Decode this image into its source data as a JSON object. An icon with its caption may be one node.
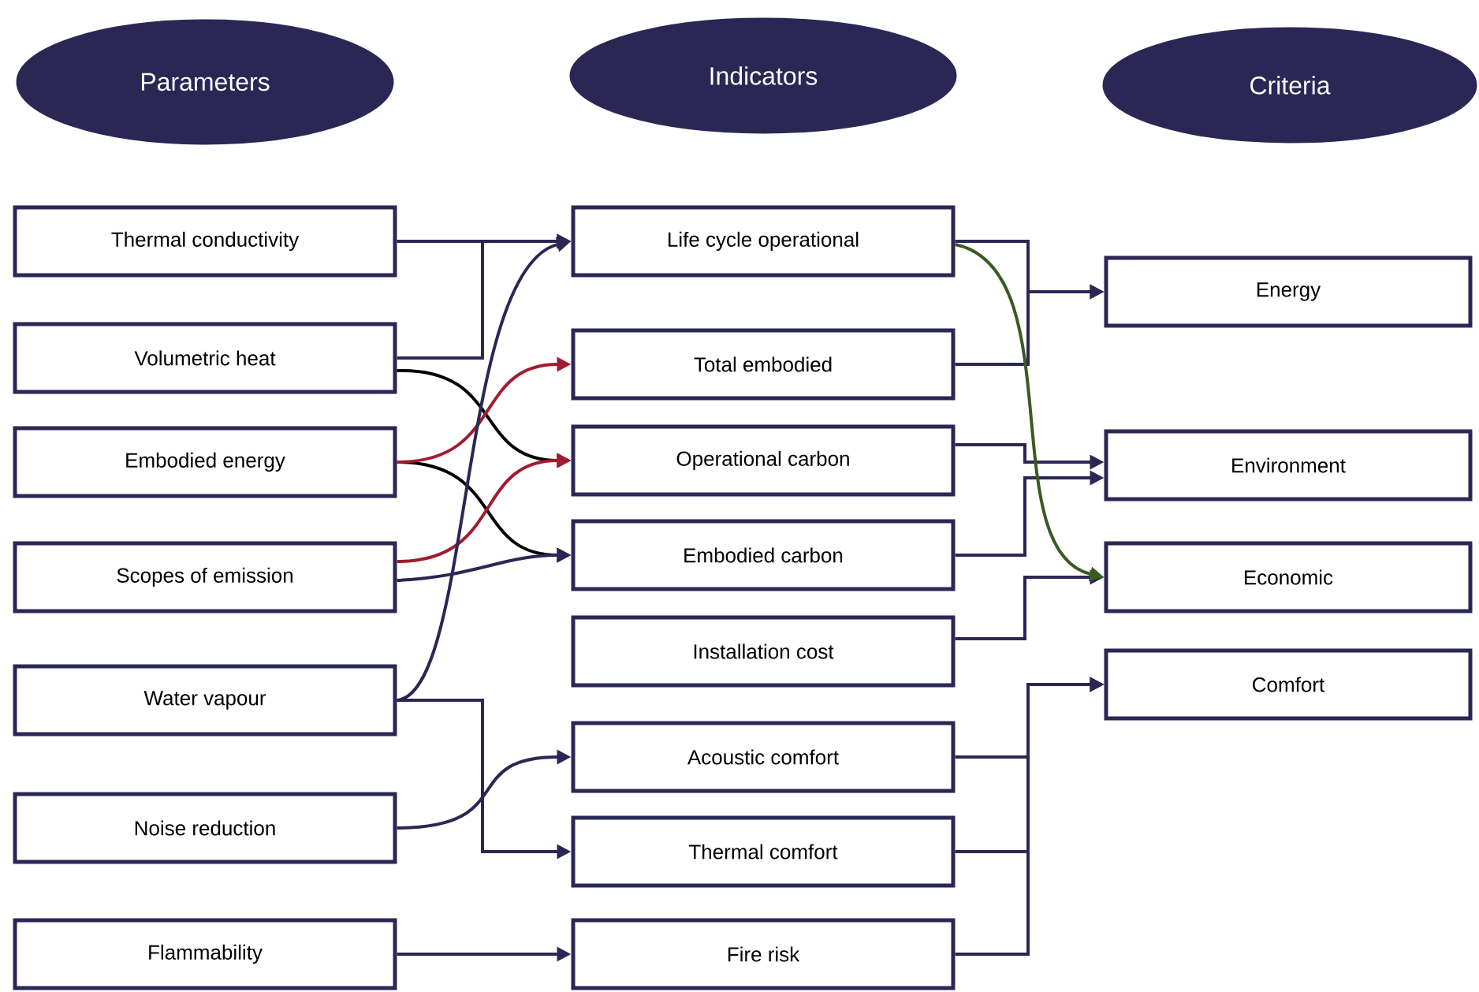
{
  "diagram": {
    "nodes": [
      {
        "text": [
          "Parameters"
        ]
      },
      {
        "text": [
          "Indicators"
        ]
      },
      {
        "text": [
          "Criteria"
        ]
      },
      {
        "text": [
          "Thermal conductivity"
        ]
      },
      {
        "text": [
          "Volumetric heat"
        ]
      },
      {
        "text": [
          "Embodied energy"
        ]
      },
      {
        "text": [
          "Scopes of emission"
        ]
      },
      {
        "text": [
          "Water vapour"
        ]
      },
      {
        "text": [
          "Noise reduction"
        ]
      },
      {
        "text": [
          "Flammability"
        ]
      },
      {
        "text": [
          "Life cycle operational"
        ]
      },
      {
        "text": [
          "Total embodied"
        ]
      },
      {
        "text": [
          "Operational carbon"
        ]
      },
      {
        "text": [
          "Embodied carbon"
        ]
      },
      {
        "text": [
          "Installation cost"
        ]
      },
      {
        "text": [
          "Acoustic comfort"
        ]
      },
      {
        "text": [
          "Thermal comfort"
        ]
      },
      {
        "text": [
          "Fire risk"
        ]
      },
      {
        "text": [
          "Energy"
        ]
      },
      {
        "text": [
          "Environment"
        ]
      },
      {
        "text": [
          "Economic"
        ]
      },
      {
        "text": [
          "Comfort"
        ]
      }
    ],
    "edges": [
      {
        "from": 3,
        "to": 10,
        "arrow": "to"
      },
      {
        "from": 4,
        "to": 10,
        "arrow": "to"
      },
      {
        "from": 4,
        "to": 12,
        "arrow": "to",
        "color": "#000000"
      },
      {
        "from": 5,
        "to": 13,
        "arrow": "to",
        "color": "#000000"
      },
      {
        "from": 5,
        "to": 11,
        "arrow": "to",
        "color": "#a01c2e"
      },
      {
        "from": 6,
        "to": 12,
        "arrow": "to",
        "color": "#a01c2e"
      },
      {
        "from": 6,
        "to": 13,
        "arrow": "to"
      },
      {
        "from": 7,
        "to": 10,
        "arrow": "to"
      },
      {
        "from": 7,
        "to": 16,
        "arrow": "to"
      },
      {
        "from": 8,
        "to": 15,
        "arrow": "to"
      },
      {
        "from": 9,
        "to": 17,
        "arrow": "to"
      },
      {
        "from": 10,
        "to": 18,
        "arrow": "to"
      },
      {
        "from": 11,
        "to": 18,
        "arrow": "to"
      },
      {
        "from": 12,
        "to": 19,
        "arrow": "to"
      },
      {
        "from": 13,
        "to": 19,
        "arrow": "to"
      },
      {
        "from": 14,
        "to": 20,
        "arrow": "to"
      },
      {
        "from": 10,
        "to": 20,
        "arrow": "to",
        "color": "#3a5a22"
      },
      {
        "from": 15,
        "to": 21,
        "arrow": "to"
      },
      {
        "from": 16,
        "to": 21,
        "arrow": "to"
      },
      {
        "from": 17,
        "to": 21,
        "arrow": "to"
      }
    ]
  }
}
